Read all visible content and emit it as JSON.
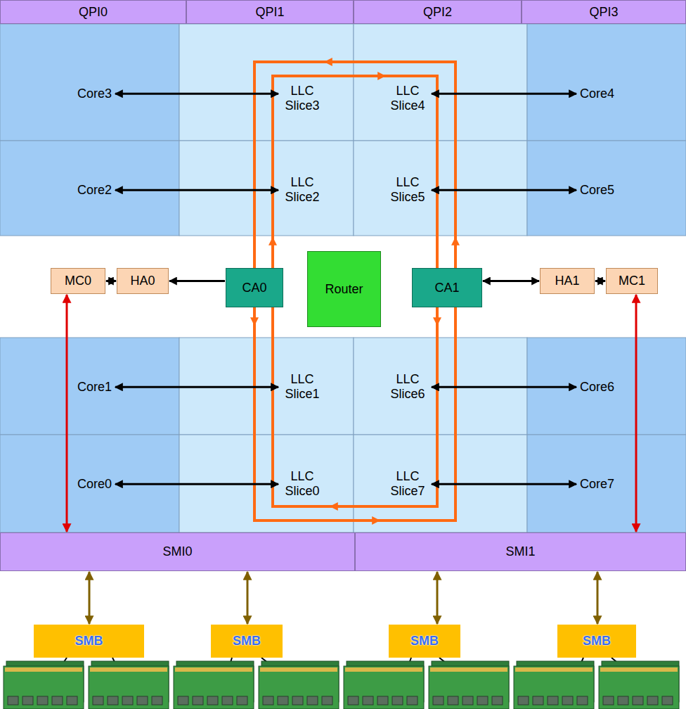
{
  "diagram": {
    "nodes": [
      {
        "text": [
          "QPI0"
        ]
      },
      {
        "text": [
          "QPI1"
        ]
      },
      {
        "text": [
          "QPI2"
        ]
      },
      {
        "text": [
          "QPI3"
        ]
      },
      {
        "text": [
          "Core3"
        ]
      },
      {
        "text": [
          "LLC Slice3"
        ]
      },
      {
        "text": [
          "LLC Slice4"
        ]
      },
      {
        "text": [
          "Core4"
        ]
      },
      {
        "text": [
          "Core2"
        ]
      },
      {
        "text": [
          "LLC Slice2"
        ]
      },
      {
        "text": [
          "LLC Slice5"
        ]
      },
      {
        "text": [
          "Core5"
        ]
      },
      {
        "text": [
          "MC0"
        ]
      },
      {
        "text": [
          "HA0"
        ]
      },
      {
        "text": [
          "CA0"
        ]
      },
      {
        "text": [
          "Router"
        ]
      },
      {
        "text": [
          "CA1"
        ]
      },
      {
        "text": [
          "HA1"
        ]
      },
      {
        "text": [
          "MC1"
        ]
      },
      {
        "text": [
          "Core1"
        ]
      },
      {
        "text": [
          "LLC Slice1"
        ]
      },
      {
        "text": [
          "LLC Slice6"
        ]
      },
      {
        "text": [
          "Core6"
        ]
      },
      {
        "text": [
          "Core0"
        ]
      },
      {
        "text": [
          "LLC Slice0"
        ]
      },
      {
        "text": [
          "LLC Slice7"
        ]
      },
      {
        "text": [
          "Core7"
        ]
      },
      {
        "text": [
          "SMI0"
        ]
      },
      {
        "text": [
          "SMI1"
        ]
      },
      {
        "text": [
          "SMB"
        ]
      },
      {
        "text": [
          "SMB"
        ]
      },
      {
        "text": [
          "SMB"
        ]
      },
      {
        "text": [
          "SMB"
        ]
      }
    ],
    "edges": [
      {
        "from": 4,
        "to": 5,
        "arrow": "both"
      },
      {
        "from": 6,
        "to": 7,
        "arrow": "both"
      },
      {
        "from": 8,
        "to": 9,
        "arrow": "both"
      },
      {
        "from": 10,
        "to": 11,
        "arrow": "both"
      },
      {
        "from": 12,
        "to": 13,
        "arrow": "both"
      },
      {
        "from": 14,
        "to": 13,
        "arrow": "to"
      },
      {
        "from": 16,
        "to": 17,
        "arrow": "both"
      },
      {
        "from": 17,
        "to": 18,
        "arrow": "both"
      },
      {
        "from": 19,
        "to": 20,
        "arrow": "both"
      },
      {
        "from": 21,
        "to": 22,
        "arrow": "both"
      },
      {
        "from": 23,
        "to": 24,
        "arrow": "both"
      },
      {
        "from": 25,
        "to": 26,
        "arrow": "both"
      },
      {
        "from": 12,
        "to": 27,
        "arrow": "both"
      },
      {
        "from": 18,
        "to": 28,
        "arrow": "both"
      },
      {
        "from": 27,
        "to": 29,
        "arrow": "both"
      },
      {
        "from": 27,
        "to": 30,
        "arrow": "both"
      },
      {
        "from": 28,
        "to": 31,
        "arrow": "both"
      },
      {
        "from": 28,
        "to": 32,
        "arrow": "both"
      }
    ]
  }
}
